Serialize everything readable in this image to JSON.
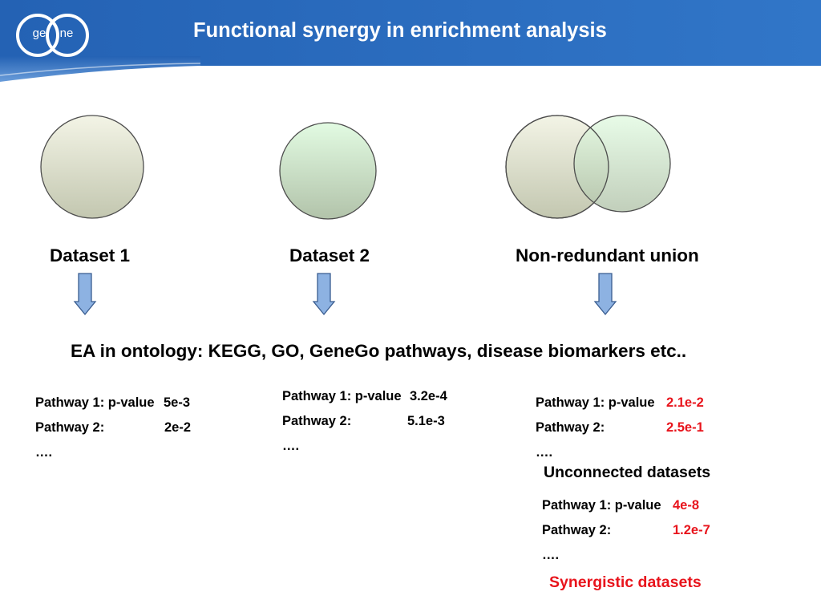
{
  "header": {
    "title": "Functional synergy in enrichment analysis",
    "logo": {
      "left": "ge",
      "right": "ne"
    }
  },
  "datasets": {
    "dataset1": "Dataset 1",
    "dataset2": "Dataset 2",
    "union": "Non-redundant union"
  },
  "ontology_line": "EA in ontology: KEGG, GO, GeneGo pathways, disease biomarkers etc..",
  "results": {
    "dataset1": {
      "rows": [
        {
          "label": "Pathway 1: p-value",
          "value": "5e-3"
        },
        {
          "label": "Pathway 2:",
          "value": "2e-2"
        }
      ],
      "more": "…."
    },
    "dataset2": {
      "rows": [
        {
          "label": "Pathway 1: p-value",
          "value": "3.2e-4"
        },
        {
          "label": "Pathway 2:",
          "value": "5.1e-3"
        }
      ],
      "more": "…."
    },
    "union": {
      "scenarios": [
        {
          "rows": [
            {
              "label": "Pathway 1: p-value",
              "value": "2.1e-2"
            },
            {
              "label": "Pathway 2:",
              "value": "2.5e-1"
            }
          ],
          "more": "….",
          "verdict": "Unconnected datasets"
        },
        {
          "rows": [
            {
              "label": "Pathway 1: p-value",
              "value": "4e-8"
            },
            {
              "label": "Pathway 2:",
              "value": "1.2e-7"
            }
          ],
          "more": "….",
          "verdict": "Synergistic datasets"
        }
      ]
    }
  },
  "colors": {
    "header_blue": "#3176c8",
    "header_blue_dark": "#2462b4",
    "header_blue_light": "#6a9dda",
    "text": "#000000",
    "highlight_red": "#e8141c",
    "circle1_top": "#f3f4e6",
    "circle1_bottom": "#c3c7b0",
    "circle2_top": "#e2fbe2",
    "circle2_bottom": "#b2c3aa",
    "circle_stroke": "#4d4d4d",
    "arrow_fill": "#8db2e2",
    "arrow_stroke": "#3a5d90"
  }
}
